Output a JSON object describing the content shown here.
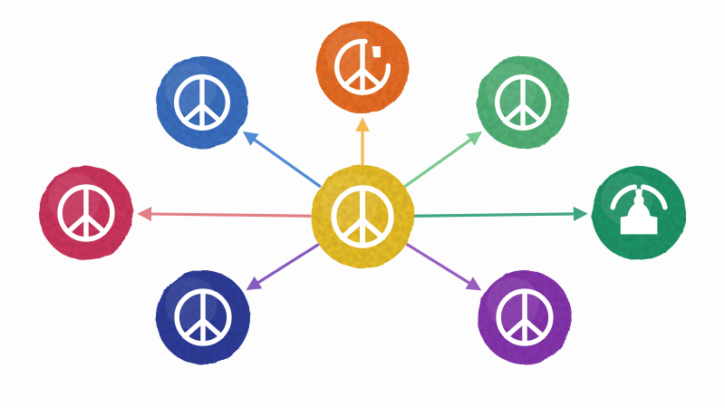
{
  "diagram": {
    "type": "hub-and-spoke",
    "hub": {
      "id": "center",
      "color": "#f0c526",
      "icon": "peace-icon"
    },
    "nodes": [
      {
        "id": "top",
        "color": "#f07021",
        "icon": "peace-icon-variant"
      },
      {
        "id": "top-left",
        "color": "#3b72c6",
        "icon": "peace-icon"
      },
      {
        "id": "top-right",
        "color": "#52b77a",
        "icon": "peace-icon"
      },
      {
        "id": "left",
        "color": "#d33561",
        "icon": "peace-icon"
      },
      {
        "id": "right",
        "color": "#1f9a6a",
        "icon": "bottle-icon"
      },
      {
        "id": "bottom-left",
        "color": "#2f3d9e",
        "icon": "peace-icon"
      },
      {
        "id": "bottom-right",
        "color": "#8a35b3",
        "icon": "peace-icon"
      }
    ],
    "edges": [
      {
        "from": "center",
        "to": "top",
        "color": "#f2b23c"
      },
      {
        "from": "center",
        "to": "top-left",
        "color": "#3e7fd0"
      },
      {
        "from": "center",
        "to": "top-right",
        "color": "#6cc487"
      },
      {
        "from": "center",
        "to": "left",
        "color": "#e0727a"
      },
      {
        "from": "center",
        "to": "right",
        "color": "#2a9d75"
      },
      {
        "from": "center",
        "to": "bottom-left",
        "color": "#7a4ab8"
      },
      {
        "from": "center",
        "to": "bottom-right",
        "color": "#8b4bb8"
      }
    ]
  }
}
